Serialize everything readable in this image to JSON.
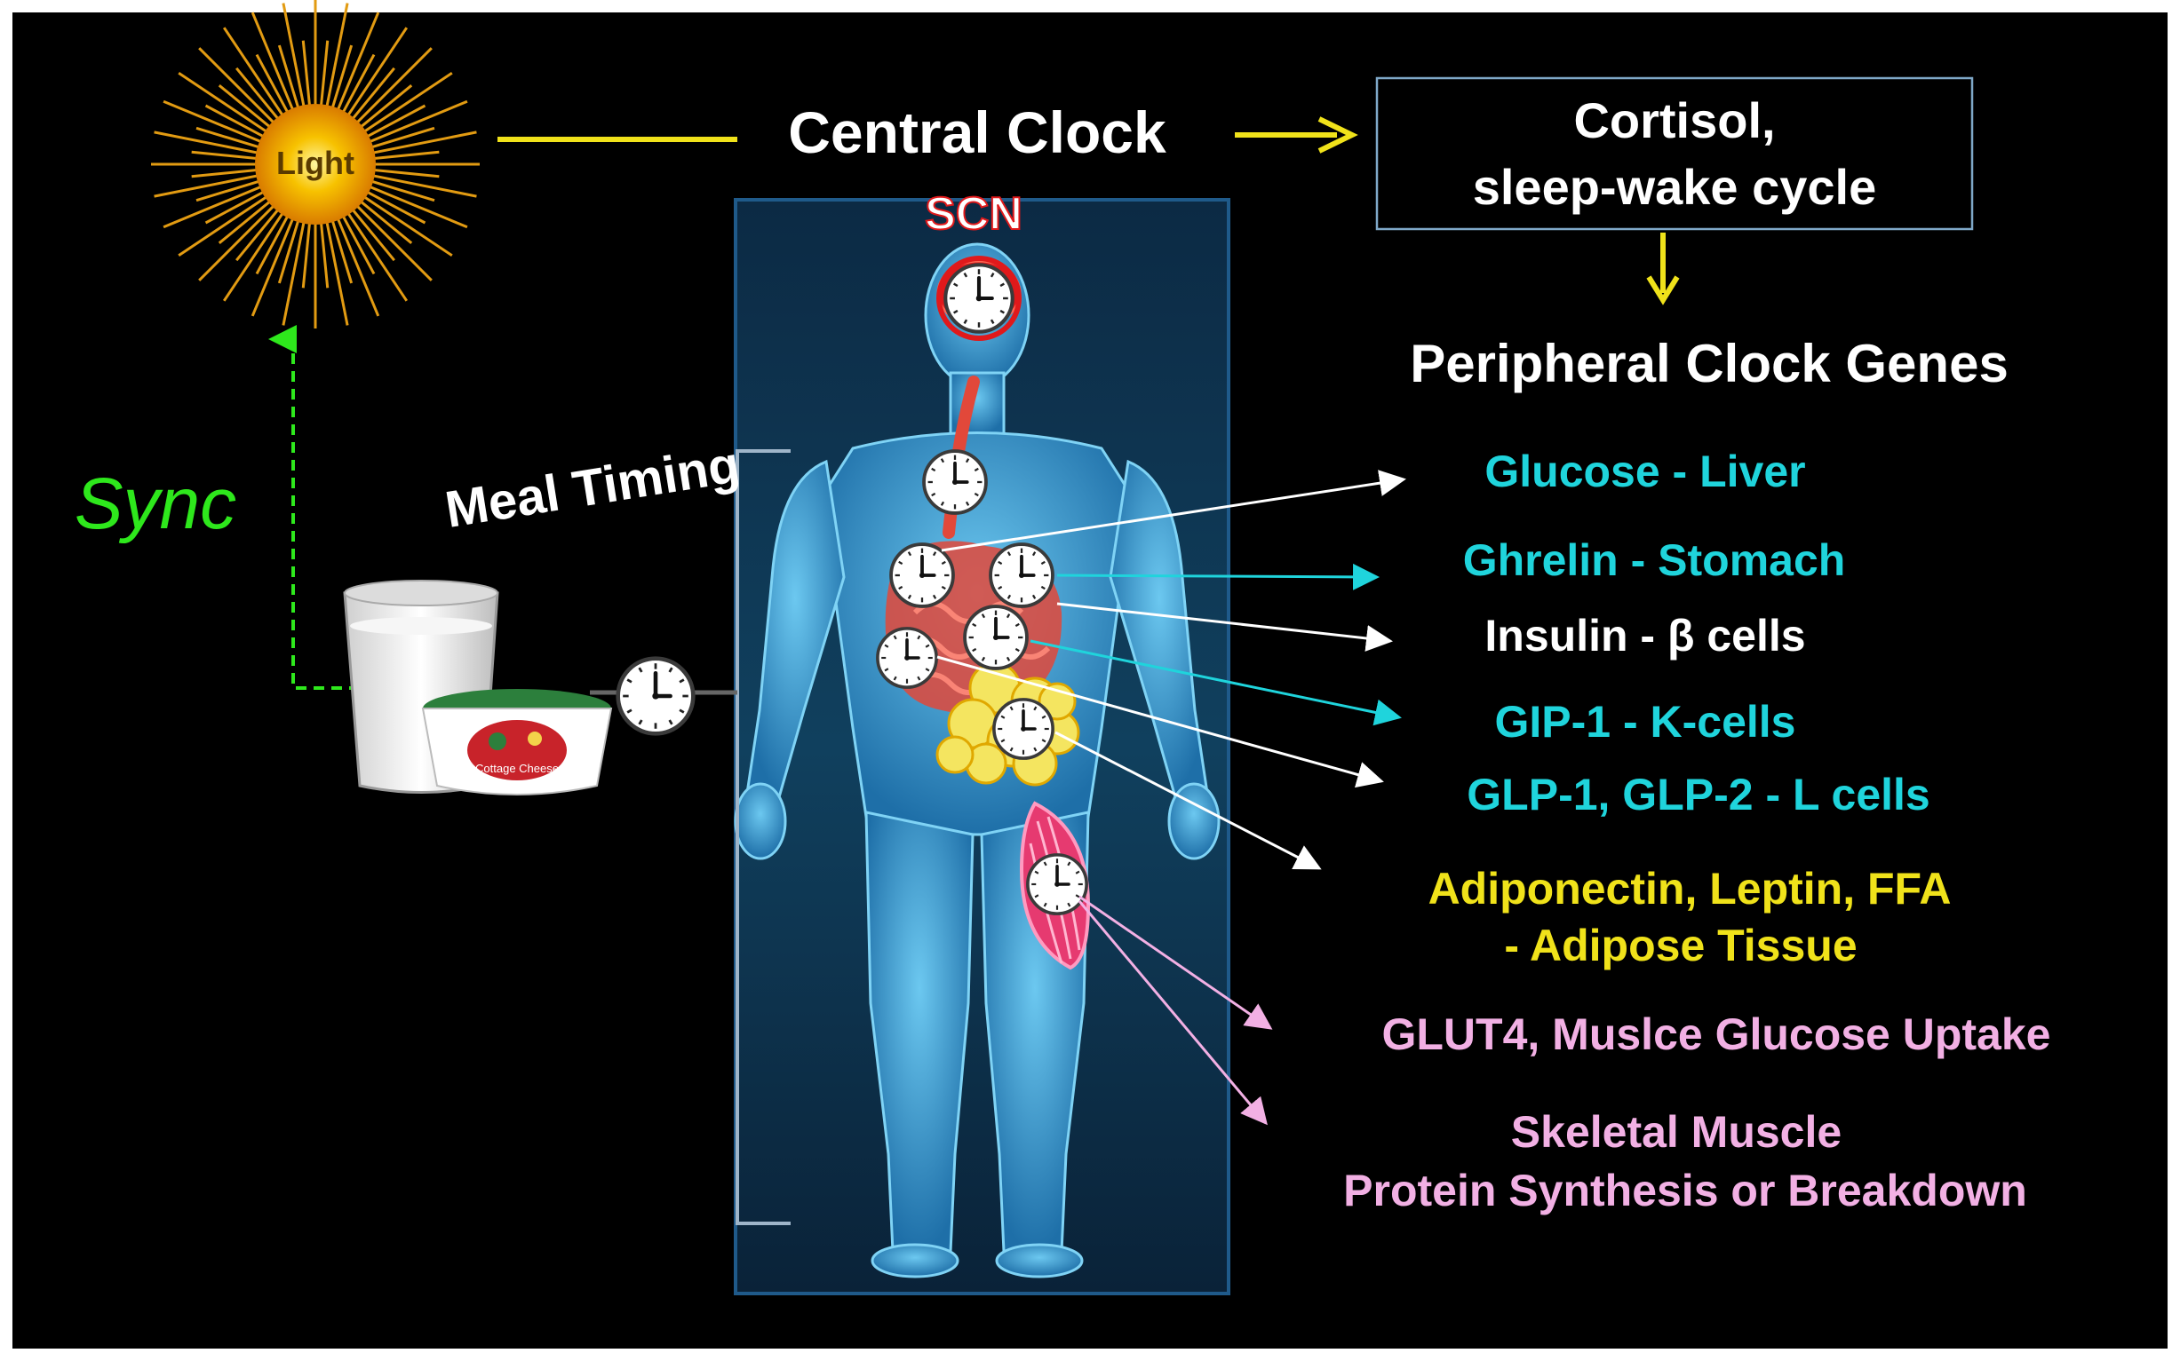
{
  "colors": {
    "background": "#000000",
    "frame": "#ffffff",
    "cyan": "#1fd4dc",
    "yellow": "#f0e21a",
    "pink": "#f2b0e4",
    "white": "#ffffff",
    "green": "#2ee81c",
    "sun": "#f2a400",
    "sun_rays": "#e29b12",
    "scn_red": "#e0191b",
    "body_blue": "#2a8fc4",
    "organ_red": "#e2483a",
    "fat_yellow": "#f4e560"
  },
  "icons": {
    "light": "sun-icon",
    "clock": "clock-icon",
    "food": "milk-and-cottage-cheese-icon",
    "body": "human-body-icon"
  },
  "sun": {
    "label": "Light"
  },
  "central_clock": {
    "title": "Central Clock",
    "scn": "SCN"
  },
  "cortisol_box": {
    "line1": "Cortisol,",
    "line2": "sleep-wake  cycle"
  },
  "peripheral_title": "Peripheral Clock Genes",
  "sync_label": "Sync",
  "meal_timing": "Meal Timing",
  "food_label": "Cottage Cheese",
  "targets": {
    "glucose_liver": "Glucose - Liver",
    "ghrelin_stomach": "Ghrelin - Stomach",
    "insulin_beta": "Insulin - β cells",
    "gip_k": "GIP-1  - K-cells",
    "glp_l": "GLP-1, GLP-2 - L cells",
    "adipo_line1": "Adiponectin, Leptin, FFA",
    "adipo_line2": "- Adipose Tissue",
    "glut4": "GLUT4,  Muslce Glucose Uptake",
    "skeletal_line1": "Skeletal  Muscle",
    "skeletal_line2": "Protein Synthesis  or  Breakdown"
  }
}
